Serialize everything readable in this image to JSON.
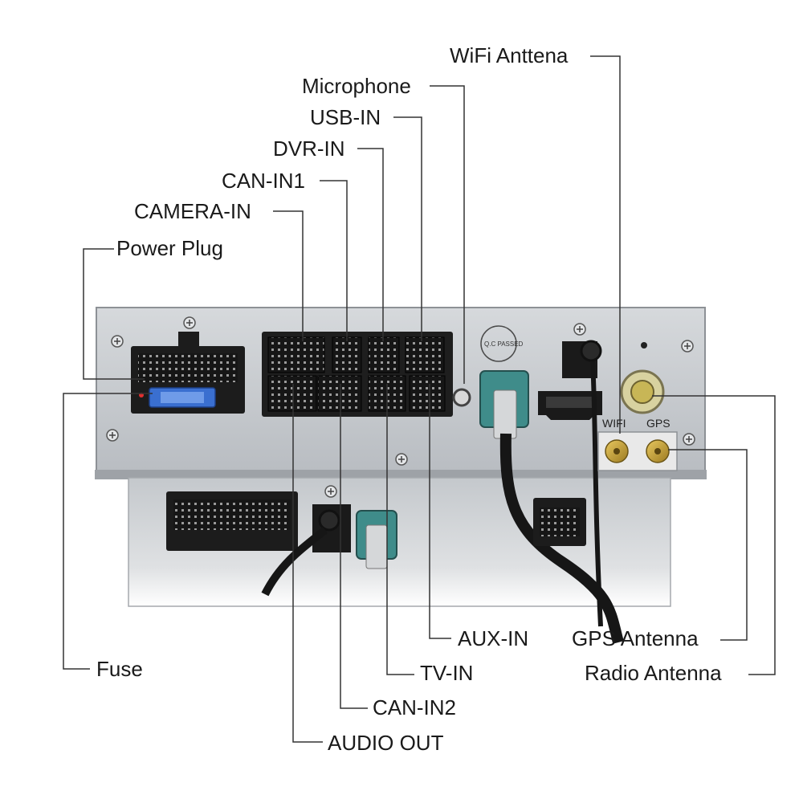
{
  "labels": {
    "wifi_antenna": "WiFi Anttena",
    "microphone": "Microphone",
    "usb_in": "USB-IN",
    "dvr_in": "DVR-IN",
    "can_in1": "CAN-IN1",
    "camera_in": "CAMERA-IN",
    "power_plug": "Power Plug",
    "fuse": "Fuse",
    "aux_in": "AUX-IN",
    "tv_in": "TV-IN",
    "can_in2": "CAN-IN2",
    "audio_out": "AUDIO OUT",
    "gps_antenna": "GPS Antenna",
    "radio_antenna": "Radio Antenna"
  },
  "device_markings": {
    "wifi_port": "WIFI",
    "gps_port": "GPS",
    "qc_sticker": "Q.C PASSED"
  },
  "colors": {
    "background": "#ffffff",
    "chassis": "#c9ccd0",
    "connector": "#1c1c1c",
    "fakra_blue": "#3f8c8a",
    "fuse_blue": "#3a6fd0",
    "sma_gold": "#c9a23a",
    "leader_line": "#333333"
  }
}
